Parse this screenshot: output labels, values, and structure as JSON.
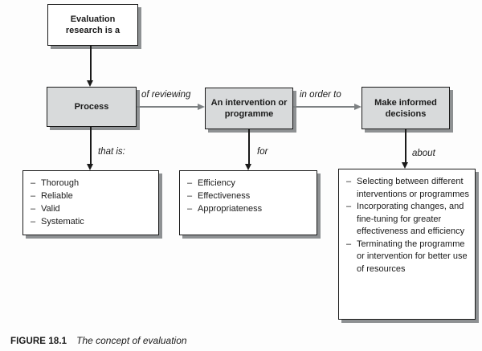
{
  "figure": {
    "caption_label": "FIGURE 18.1",
    "caption_title": "The concept of evaluation"
  },
  "diagram": {
    "bullet": "–",
    "nodes": {
      "root": "Evaluation research is a",
      "process": "Process",
      "intervention": "An intervention or programme",
      "decisions": "Make informed decisions"
    },
    "edge_labels": {
      "process_intervention": "of reviewing",
      "intervention_decisions": "in order to",
      "process_list": "that is:",
      "intervention_list": "for",
      "decisions_list": "about"
    },
    "lists": {
      "process": [
        "Thorough",
        "Reliable",
        "Valid",
        "Systematic"
      ],
      "intervention": [
        "Efficiency",
        "Effectiveness",
        "Appropriateness"
      ],
      "decisions": [
        "Selecting between different interventions or programmes",
        "Incorporating changes, and fine-tuning for greater effectiveness and efficiency",
        "Terminating the programme or intervention for better use of resources"
      ]
    },
    "colors": {
      "node_fill": "#d8dadb",
      "box_shadow": "#8e9193",
      "arrow_gray": "#7d8183",
      "line_color": "#1a1a1a"
    }
  }
}
